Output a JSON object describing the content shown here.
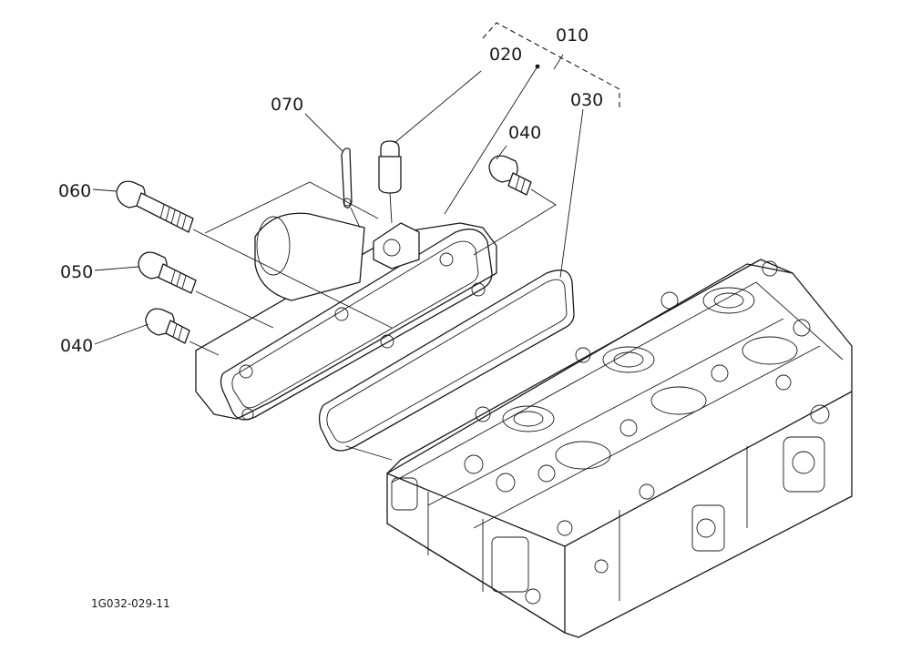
{
  "callouts": [
    {
      "id": "010",
      "label": "010"
    },
    {
      "id": "020",
      "label": "020"
    },
    {
      "id": "030",
      "label": "030"
    },
    {
      "id": "040a",
      "label": "040"
    },
    {
      "id": "040b",
      "label": "040"
    },
    {
      "id": "050",
      "label": "050"
    },
    {
      "id": "060",
      "label": "060"
    },
    {
      "id": "070",
      "label": "070"
    }
  ],
  "drawing_code": "1G032-029-11"
}
